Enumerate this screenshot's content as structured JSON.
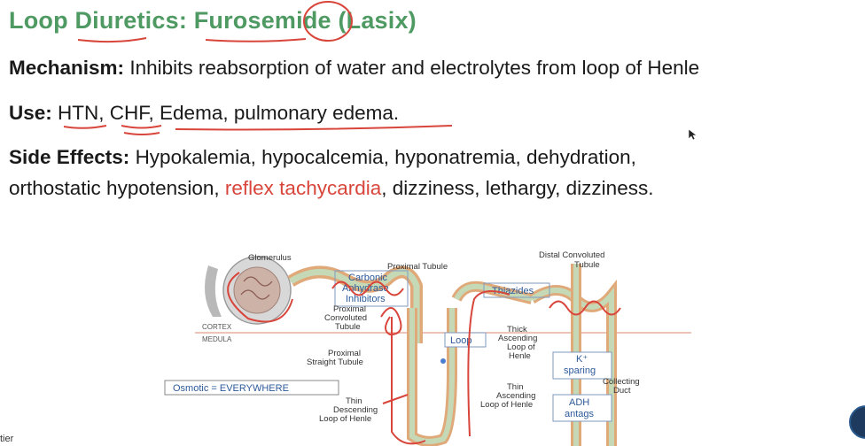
{
  "title": "Loop Diuretics: Furosemide (Lasix)",
  "mechanism": {
    "label": "Mechanism:",
    "text": "Inhibits reabsorption of water and electrolytes from loop of Henle"
  },
  "use": {
    "label": "Use:",
    "text": "HTN, CHF, Edema, pulmonary edema."
  },
  "side_effects": {
    "label": "Side Effects:",
    "line1": "Hypokalemia, hypocalcemia, hyponatremia, dehydration,",
    "line2_pre": "orthostatic hypotension, ",
    "line2_red": "reflex tachycardia",
    "line2_post": ", dizziness, lethargy, dizziness."
  },
  "diagram": {
    "glomerulus": "Glomerulus",
    "proximal_tubule": "Proximal Tubule",
    "distal_convoluted": "Distal Convoluted",
    "tubule": "Tubule",
    "carbonic_1": "Carbonic",
    "carbonic_2": "Anhydrase",
    "carbonic_3": "Inhibitors",
    "thiazides": "Thiazides",
    "cortex": "CORTEX",
    "medula": "MEDULA",
    "proximal_convoluted_1": "Proximal",
    "proximal_convoluted_2": "Convoluted",
    "proximal_convoluted_3": "Tubule",
    "loop": "Loop",
    "thick_1": "Thick",
    "thick_2": "Ascending",
    "thick_3": "Loop of",
    "thick_4": "Henle",
    "k_sparing_1": "K⁺",
    "k_sparing_2": "sparing",
    "proximal_straight_1": "Proximal",
    "proximal_straight_2": "Straight Tubule",
    "osmotic": "Osmotic = EVERYWHERE",
    "thin_asc_1": "Thin",
    "thin_asc_2": "Ascending",
    "thin_asc_3": "Loop of Henle",
    "collecting_1": "Collecting",
    "collecting_2": "Duct",
    "thin_desc_1": "Thin",
    "thin_desc_2": "Descending",
    "thin_desc_3": "Loop of Henle",
    "adh_1": "ADH",
    "adh_2": "antags"
  },
  "corner": "tier"
}
